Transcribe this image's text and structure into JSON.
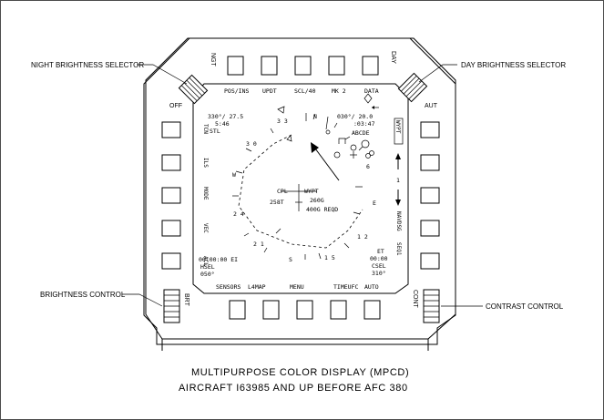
{
  "callouts": {
    "night_brightness": "NIGHT BRIGHTNESS SELECTOR",
    "day_brightness": "DAY BRIGHTNESS SELECTOR",
    "brightness_control": "BRIGHTNESS CONTROL",
    "contrast_control": "CONTRAST CONTROL"
  },
  "bezel": {
    "ngt": "NGT",
    "day": "DAY",
    "off": "OFF",
    "aut": "AUT",
    "brt": "BRT",
    "cont": "CONT"
  },
  "top_options": [
    "POS/INS",
    "UPDT",
    "SCL/40",
    "MK 2",
    "DATA"
  ],
  "bottom_options": [
    "SENSORS",
    "L4MAP",
    "MENU",
    "TIMEUFC",
    "AUTO"
  ],
  "left_options": [
    "TCN",
    "ILS",
    "MODE",
    "VEC",
    "ACL"
  ],
  "right_options": {
    "wypt": "WYPT",
    "navdsg": "NAVDSG",
    "seq1": "SEQ1",
    "seq_number": "1"
  },
  "display": {
    "top_left_line1": "330°/  27.5",
    "top_left_line2": "5:46",
    "top_left_line3": "STL",
    "top_right_line1": "030°/ 20.0",
    "top_right_line2": ":03:47",
    "top_right_line3": "ABCDE",
    "bottom_left_line1": "00:00:00 EI",
    "bottom_left_line2": "HSEL",
    "bottom_left_line3": "050°",
    "bottom_right_line1": "ET",
    "bottom_right_line2": "00:00",
    "bottom_right_line3": "CSEL",
    "bottom_right_line4": "310°",
    "compass_n": "N",
    "compass_e": "E",
    "compass_s": "S",
    "compass_w": "W",
    "tick_33": "3 3",
    "tick_30": "3 0",
    "tick_24": "2 4",
    "tick_21": "2 1",
    "tick_15": "1 5",
    "tick_12": "1 2",
    "tick_6": "6",
    "cpl": "CPL",
    "wypt": "WYPT",
    "heading_cmd": "258T",
    "gs_cmd": "260G",
    "req": "400G REQD"
  },
  "caption": {
    "line1": "MULTIPURPOSE COLOR DISPLAY (MPCD)",
    "line2": "AIRCRAFT I63985 AND UP BEFORE AFC 380"
  }
}
